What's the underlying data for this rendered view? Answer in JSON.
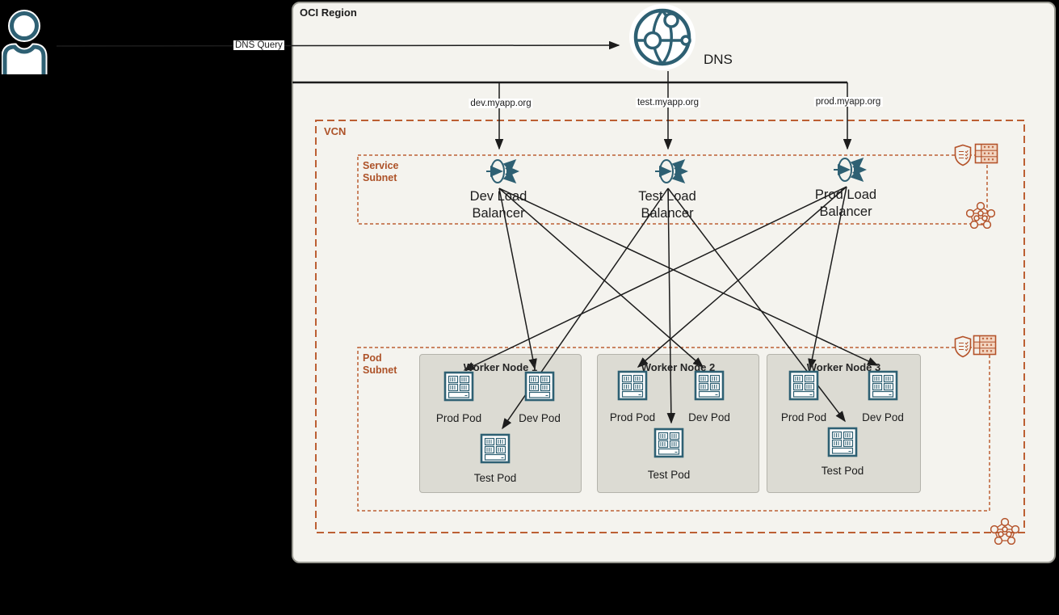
{
  "colors": {
    "teal_icon": "#2e6073",
    "rust_accent": "#b45229",
    "region_bg": "#f4f3ee",
    "region_border": "#9a9a92",
    "worker_bg": "#dcdbd3",
    "arrow_line": "#1c1c1c",
    "label_bg": "#ffffff"
  },
  "region": {
    "title": "OCI Region"
  },
  "user": {
    "icon": "user-icon"
  },
  "dns": {
    "label": "DNS",
    "icon": "dns-globe-icon",
    "query_label": "DNS Query"
  },
  "domain_labels": [
    {
      "label": "dev.myapp.org"
    },
    {
      "label": "test.myapp.org"
    },
    {
      "label": "prod.myapp.org"
    }
  ],
  "vcn": {
    "label": "VCN",
    "corner_icon": "cluster-icon"
  },
  "service_subnet": {
    "label": "Service Subnet",
    "edge_icons": [
      "security-list-icon",
      "route-table-icon",
      "cluster-icon"
    ],
    "load_balancers": [
      {
        "label": "Dev Load Balancer",
        "icon": "load-balancer-icon"
      },
      {
        "label": "Test Load Balancer",
        "icon": "load-balancer-icon"
      },
      {
        "label": "Prod Load Balancer",
        "icon": "load-balancer-icon"
      }
    ]
  },
  "pod_subnet": {
    "label": "Pod Subnet",
    "edge_icons": [
      "security-list-icon",
      "route-table-icon"
    ],
    "worker_nodes": [
      {
        "title": "Worker Node 1",
        "pods": [
          {
            "label": "Prod Pod"
          },
          {
            "label": "Dev Pod"
          },
          {
            "label": "Test Pod"
          }
        ]
      },
      {
        "title": "Worker Node 2",
        "pods": [
          {
            "label": "Prod Pod"
          },
          {
            "label": "Dev Pod"
          },
          {
            "label": "Test Pod"
          }
        ]
      },
      {
        "title": "Worker Node 3",
        "pods": [
          {
            "label": "Prod Pod"
          },
          {
            "label": "Dev Pod"
          },
          {
            "label": "Test Pod"
          }
        ]
      }
    ]
  },
  "connections": [
    {
      "from": "user",
      "to": "dns",
      "label": "DNS Query"
    },
    {
      "from": "dns",
      "to": "dev-load-balancer",
      "label": "dev.myapp.org"
    },
    {
      "from": "dns",
      "to": "test-load-balancer",
      "label": "test.myapp.org"
    },
    {
      "from": "dns",
      "to": "prod-load-balancer",
      "label": "prod.myapp.org"
    },
    {
      "from": "dev-load-balancer",
      "to": "worker-node-1-dev-pod"
    },
    {
      "from": "dev-load-balancer",
      "to": "worker-node-2-dev-pod"
    },
    {
      "from": "dev-load-balancer",
      "to": "worker-node-3-dev-pod"
    },
    {
      "from": "test-load-balancer",
      "to": "worker-node-1-test-pod"
    },
    {
      "from": "test-load-balancer",
      "to": "worker-node-2-test-pod"
    },
    {
      "from": "test-load-balancer",
      "to": "worker-node-3-test-pod"
    },
    {
      "from": "prod-load-balancer",
      "to": "worker-node-1-prod-pod"
    },
    {
      "from": "prod-load-balancer",
      "to": "worker-node-2-prod-pod"
    },
    {
      "from": "prod-load-balancer",
      "to": "worker-node-3-prod-pod"
    }
  ]
}
